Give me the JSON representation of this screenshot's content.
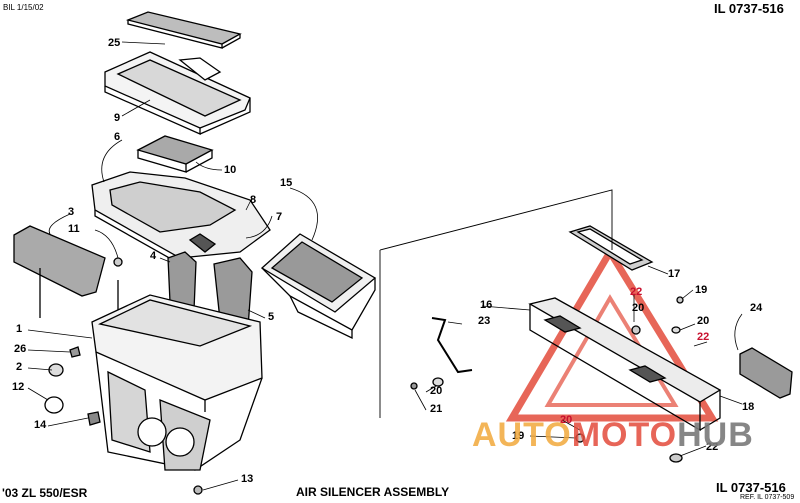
{
  "header": {
    "bulletin": "BIL 1/15/02",
    "illustration_number": "IL 0737-516"
  },
  "footer": {
    "model": "'03 ZL 550/ESR",
    "title": "AIR SILENCER ASSEMBLY",
    "illustration_number": "IL 0737-516",
    "reference": "REF. IL 0737-509"
  },
  "watermark": {
    "text_part1": "AUTO",
    "text_part2": "MOTO",
    "text_part3": "HUB",
    "color_red": "#e34b3b",
    "color_orange": "#f2a93b"
  },
  "callouts": [
    {
      "id": "c25",
      "label": "25"
    },
    {
      "id": "c9",
      "label": "9"
    },
    {
      "id": "c6",
      "label": "6"
    },
    {
      "id": "c10",
      "label": "10"
    },
    {
      "id": "c15",
      "label": "15"
    },
    {
      "id": "c8",
      "label": "8"
    },
    {
      "id": "c7",
      "label": "7"
    },
    {
      "id": "c3",
      "label": "3"
    },
    {
      "id": "c11",
      "label": "11"
    },
    {
      "id": "c4",
      "label": "4"
    },
    {
      "id": "c5",
      "label": "5"
    },
    {
      "id": "c1",
      "label": "1"
    },
    {
      "id": "c26",
      "label": "26"
    },
    {
      "id": "c2",
      "label": "2"
    },
    {
      "id": "c12",
      "label": "12"
    },
    {
      "id": "c14",
      "label": "14"
    },
    {
      "id": "c13",
      "label": "13"
    },
    {
      "id": "c17",
      "label": "17"
    },
    {
      "id": "c22a",
      "label": "22"
    },
    {
      "id": "c19a",
      "label": "19"
    },
    {
      "id": "c16",
      "label": "16"
    },
    {
      "id": "c23",
      "label": "23"
    },
    {
      "id": "c20a",
      "label": "20"
    },
    {
      "id": "c20b",
      "label": "20"
    },
    {
      "id": "c22b",
      "label": "22"
    },
    {
      "id": "c24",
      "label": "24"
    },
    {
      "id": "c20c",
      "label": "20"
    },
    {
      "id": "c21",
      "label": "21"
    },
    {
      "id": "c18",
      "label": "18"
    },
    {
      "id": "c20d",
      "label": "20"
    },
    {
      "id": "c19b",
      "label": "19"
    },
    {
      "id": "c22c",
      "label": "22"
    }
  ]
}
